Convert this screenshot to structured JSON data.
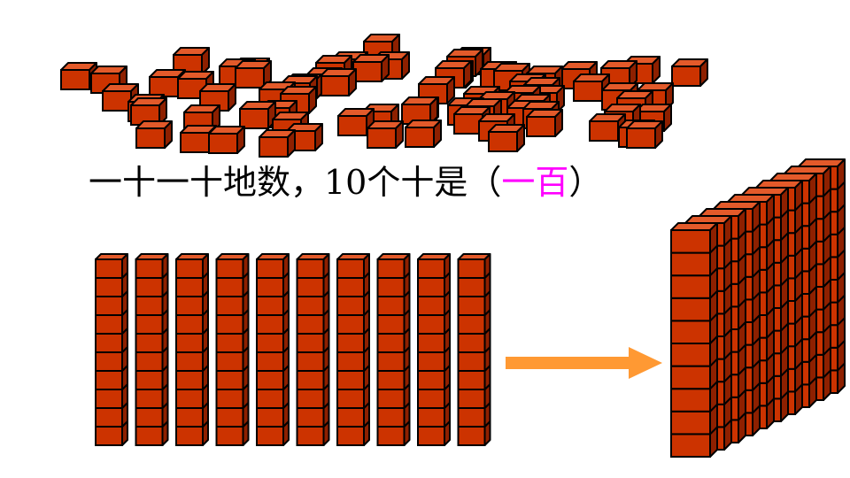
{
  "slide": {
    "caption_prefix": "一十一十地数，10个十是（",
    "caption_answer": "一百",
    "caption_suffix": "）"
  },
  "illustration": {
    "loose_cubes_label": "scattered-unit-cubes",
    "rods_count": 10,
    "cubes_per_rod": 10,
    "flat_rows": 10,
    "flat_columns": 10
  },
  "colors": {
    "cube_front": "#cc3300",
    "cube_top": "#e35a2a",
    "cube_side": "#8e2000",
    "outline": "#000000",
    "arrow": "#ff9933",
    "answer": "#ff00ff",
    "text": "#000000"
  },
  "icons": {
    "arrow": "arrow-right-icon"
  }
}
